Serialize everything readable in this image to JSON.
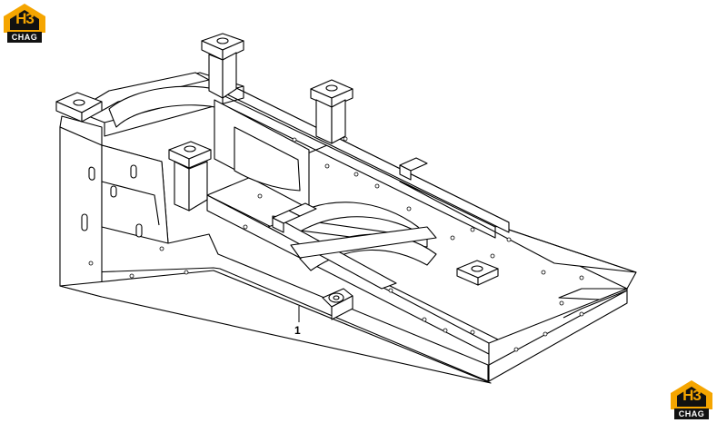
{
  "logo": {
    "letters": "H3",
    "subtext": "CHAG",
    "colors": {
      "roof": "#f5a500",
      "band": "#111111",
      "text": "#ffffff"
    }
  },
  "diagram": {
    "callout_label": "1",
    "line_color": "#000000",
    "fill_color": "#ffffff"
  }
}
